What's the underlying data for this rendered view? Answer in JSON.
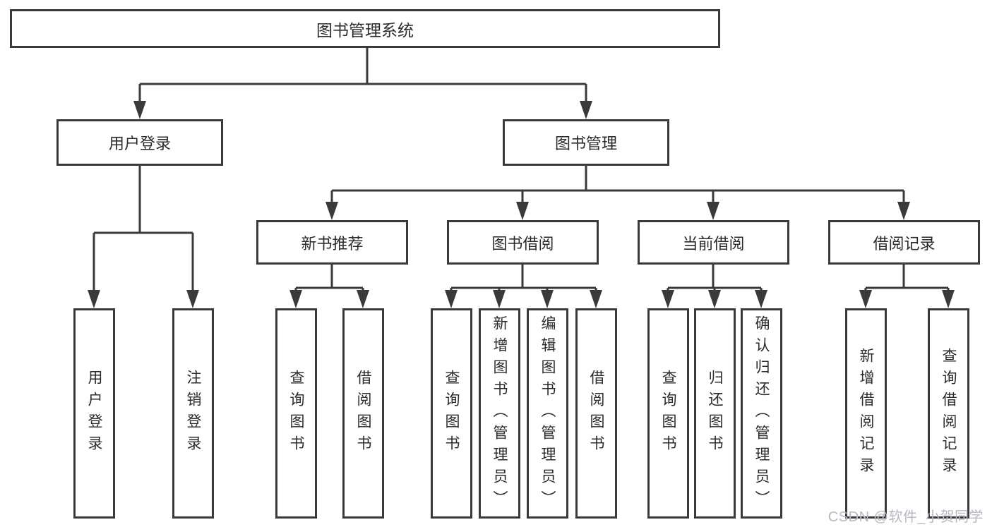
{
  "diagram": {
    "root": {
      "label": "图书管理系统"
    },
    "level2": [
      {
        "id": "user-login",
        "label": "用户登录"
      },
      {
        "id": "book-management",
        "label": "图书管理"
      }
    ],
    "level3": [
      {
        "id": "new-book-recommend",
        "label": "新书推荐",
        "parent": "book-management"
      },
      {
        "id": "book-borrowing",
        "label": "图书借阅",
        "parent": "book-management"
      },
      {
        "id": "current-borrowing",
        "label": "当前借阅",
        "parent": "book-management"
      },
      {
        "id": "borrowing-records",
        "label": "借阅记录",
        "parent": "book-management"
      }
    ],
    "leaves": [
      {
        "parent": "user-login",
        "label": "用户登录"
      },
      {
        "parent": "user-login",
        "label": "注销登录"
      },
      {
        "parent": "new-book-recommend",
        "label": "查询图书"
      },
      {
        "parent": "new-book-recommend",
        "label": "借阅图书"
      },
      {
        "parent": "book-borrowing",
        "label": "查询图书"
      },
      {
        "parent": "book-borrowing",
        "label": "新增图书（管理员）"
      },
      {
        "parent": "book-borrowing",
        "label": "编辑图书（管理员）"
      },
      {
        "parent": "book-borrowing",
        "label": "借阅图书"
      },
      {
        "parent": "current-borrowing",
        "label": "查询图书"
      },
      {
        "parent": "current-borrowing",
        "label": "归还图书"
      },
      {
        "parent": "current-borrowing",
        "label": "确认归还（管理员）"
      },
      {
        "parent": "borrowing-records",
        "label": "新增借阅记录"
      },
      {
        "parent": "borrowing-records",
        "label": "查询借阅记录"
      }
    ]
  },
  "watermark": {
    "text": "CSDN @软件_小贺同学"
  },
  "colors": {
    "line": "#3a3a3a",
    "text": "#2b2b2b",
    "background": "#ffffff",
    "watermark": "#b7b9c2"
  }
}
